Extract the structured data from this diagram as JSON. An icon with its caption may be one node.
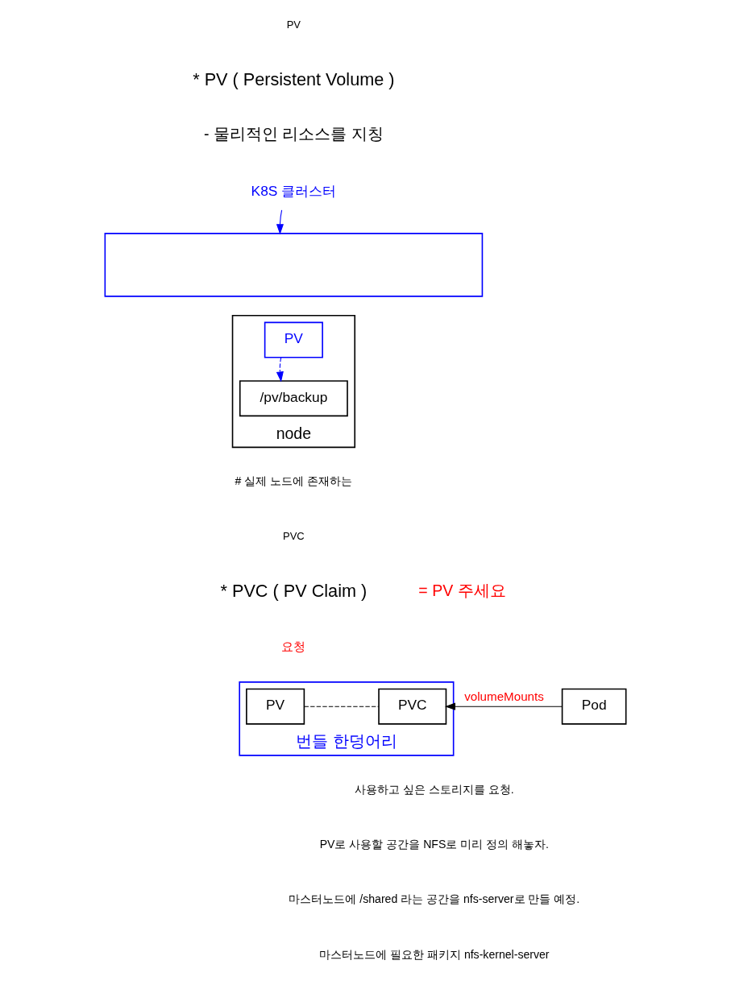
{
  "diagram": {
    "nodes": [
      {
        "text": [
          "K8S 클러스터"
        ]
      },
      {
        "text": [],
        "shape": "box"
      },
      {
        "text": [
          "node"
        ]
      },
      {
        "text": [
          "PV"
        ],
        "in": 2
      },
      {
        "text": [
          "/pv/backup"
        ],
        "in": 2
      },
      {
        "text": [
          "번들 한덩어리"
        ]
      },
      {
        "text": [
          "PV"
        ],
        "in": 5
      },
      {
        "text": [
          "PVC"
        ],
        "in": 5
      },
      {
        "text": [
          "Pod"
        ]
      }
    ],
    "edges": [
      {
        "from": 0,
        "to": 1,
        "arrow": "to",
        "color": "#0000ff"
      },
      {
        "from": 3,
        "to": 4,
        "arrow": "to",
        "style": "dashed",
        "color": "#0000ff"
      },
      {
        "from": 6,
        "to": 7,
        "arrow": "none",
        "style": "dashed",
        "color": "#000000"
      },
      {
        "from": 8,
        "to": 7,
        "arrow": "to",
        "label": "volumeMounts",
        "color": "#000000"
      }
    ],
    "labels": [
      "PV",
      "* PV ( Persistent Volume )",
      "- 물리적인 리소스를 지칭",
      "# 실제 노드에 존재하는",
      "PVC",
      "* PVC ( PV Claim )",
      "= PV 주세요",
      "요청",
      "사용하고 싶은 스토리지를 요청.",
      "PV로 사용할 공간을 NFS로 미리 정의 해놓자.",
      "마스터노드에 /shared 라는 공간을 nfs-server로 만들 예정.",
      "마스터노드에 필요한 패키지 nfs-kernel-server"
    ]
  }
}
